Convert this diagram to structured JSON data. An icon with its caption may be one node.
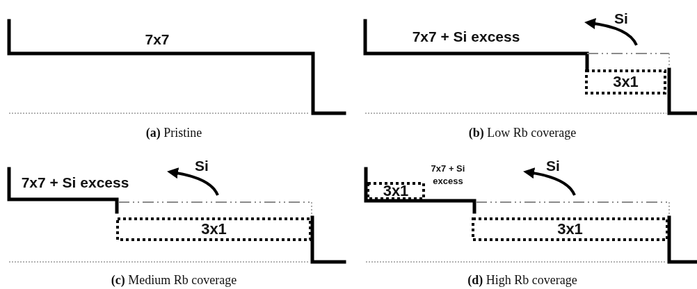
{
  "diagram": {
    "nodes": [
      {
        "text": [
          "3x1"
        ]
      },
      {
        "text": [
          "3x1"
        ]
      },
      {
        "text": [
          "3x1"
        ]
      },
      {
        "text": [
          "3x1"
        ]
      }
    ],
    "labels": [
      "7x7",
      "7x7 + Si excess",
      "Si",
      "**(a)** Pristine",
      "**(b)** Low Rb coverage",
      "Si",
      "7x7 + Si excess",
      "7x7 + Si excess",
      "Si",
      "**(c)** Medium Rb coverage",
      "**(d)** High Rb coverage"
    ]
  }
}
